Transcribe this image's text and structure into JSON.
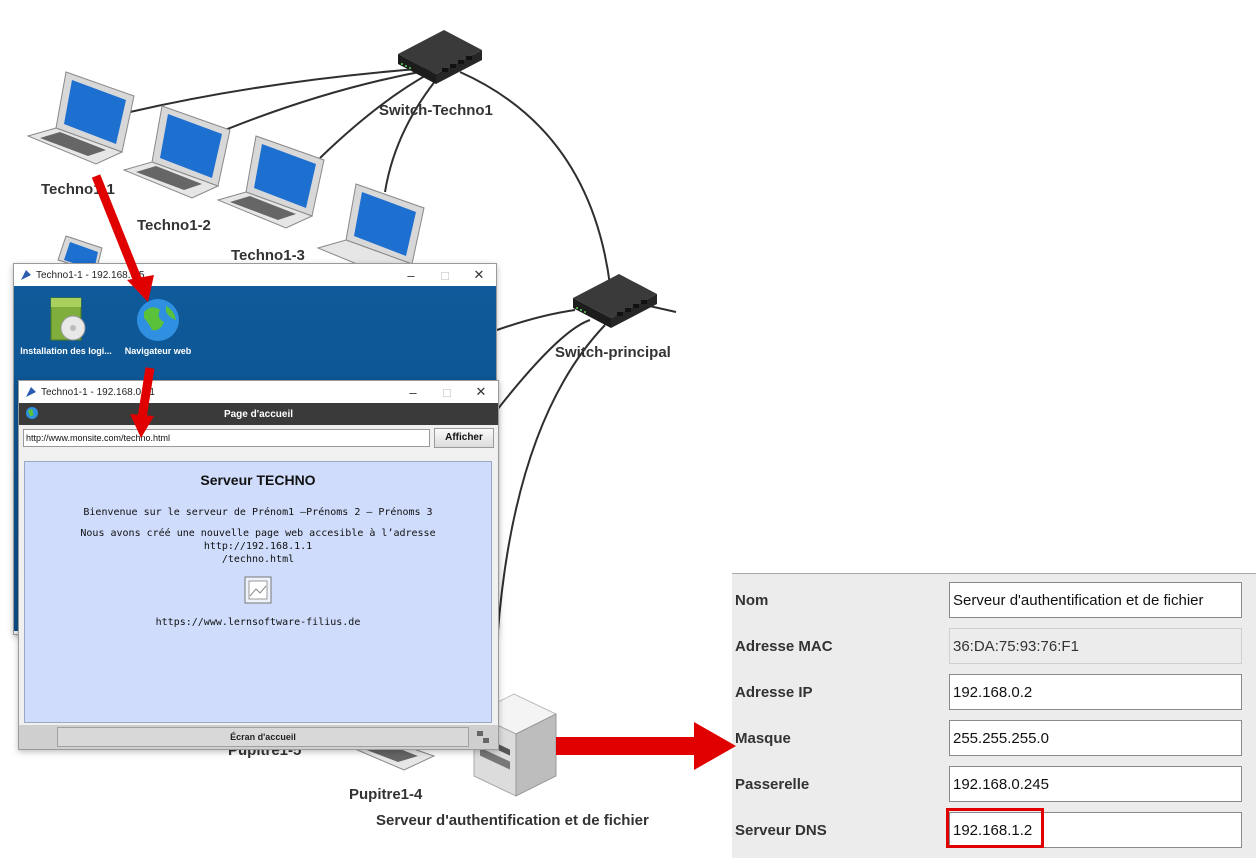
{
  "network": {
    "switches": [
      "Switch-Techno1",
      "Switch-principal"
    ],
    "computers": [
      "Techno1-1",
      "Techno1-2",
      "Techno1-3",
      "Pupitre1-5",
      "Pupitre1-4"
    ],
    "server": "Serveur d'authentification et de fichier"
  },
  "desktop_window": {
    "title": "Techno1-1 - 192.168.0.5",
    "icons": [
      "Installation des logi...",
      "Navigateur web"
    ],
    "controls": [
      "–",
      "□",
      "✕"
    ]
  },
  "browser_window": {
    "title": "Techno1-1 - 192.168.0.51",
    "header": "Page d'accueil",
    "url": "http://www.monsite.com/techno.html",
    "go_button": "Afficher",
    "page": {
      "heading": "Serveur TECHNO",
      "line1": "Bienvenue sur le serveur de Prénom1 –Prénoms 2 – Prénoms 3",
      "line2a": "Nous avons créé une nouvelle page web accesible à l’adresse http://192.168.1.1",
      "line2b": "/techno.html",
      "link": "https://www.lernsoftware-filius.de"
    },
    "home_button": "Écran d'accueil"
  },
  "properties": {
    "name_label": "Nom",
    "name_value": "Serveur d'authentification et de fichier",
    "mac_label": "Adresse MAC",
    "mac_value": "36:DA:75:93:76:F1",
    "ip_label": "Adresse IP",
    "ip_value": "192.168.0.2",
    "mask_label": "Masque",
    "mask_value": "255.255.255.0",
    "gw_label": "Passerelle",
    "gw_value": "192.168.0.245",
    "dns_label": "Serveur DNS",
    "dns_value": "192.168.1.2"
  },
  "colors": {
    "arrow": "#e00000",
    "desktop": "#0f5a9a",
    "page_bg": "#cfdcfb"
  }
}
